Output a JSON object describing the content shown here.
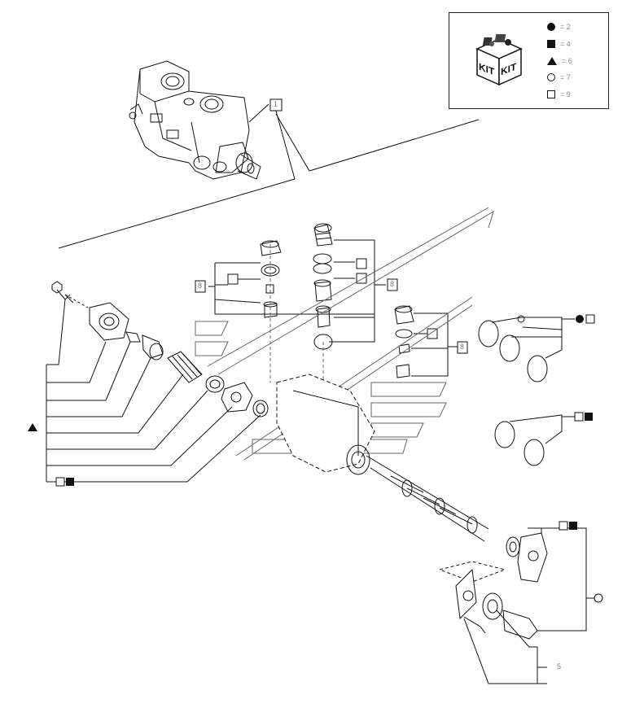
{
  "legend": {
    "kit_words": [
      "KIT",
      "KIT"
    ],
    "items": [
      {
        "symbol": "filled-circle",
        "text": "= 2"
      },
      {
        "symbol": "filled-square",
        "text": "= 4"
      },
      {
        "symbol": "filled-triangle",
        "text": "= 6"
      },
      {
        "symbol": "open-circle",
        "text": "= 7"
      },
      {
        "symbol": "open-square",
        "text": "= 9"
      }
    ]
  },
  "callouts": {
    "top_ref": "1",
    "left_ref_a": "8",
    "right_ref_a": "8",
    "right_ref_b": "8",
    "bottom_ref": "5"
  },
  "icons": {
    "kit_box": "kit-box-icon",
    "triangle": "filled-triangle-icon",
    "square_pair": "open-and-filled-square-icon",
    "circle_square": "filled-circle-open-square-icon",
    "open_circle": "open-circle-icon"
  }
}
